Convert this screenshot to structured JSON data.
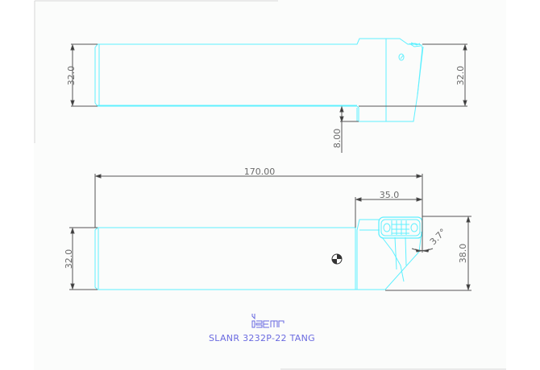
{
  "drawing": {
    "title": "SLANR 3232P-22 TANG",
    "brand_logo": "iscar",
    "colors": {
      "outline": "#5ff0ff",
      "dimension": "#555555",
      "dimension_text": "#6b6b6b",
      "title": "#6a6ae0",
      "background": "#fbfcfb"
    },
    "top_view": {
      "dim_shank_height_left": "32.0",
      "dim_head_height_right": "32.0",
      "dim_offset": "8.00"
    },
    "side_view": {
      "dim_overall_length": "170.00",
      "dim_head_length": "35.0",
      "dim_shank_height": "32.0",
      "dim_head_height": "38.0",
      "dim_angle": "3.7°"
    },
    "icons": {
      "center_of_gravity": "center-of-gravity-symbol"
    }
  }
}
